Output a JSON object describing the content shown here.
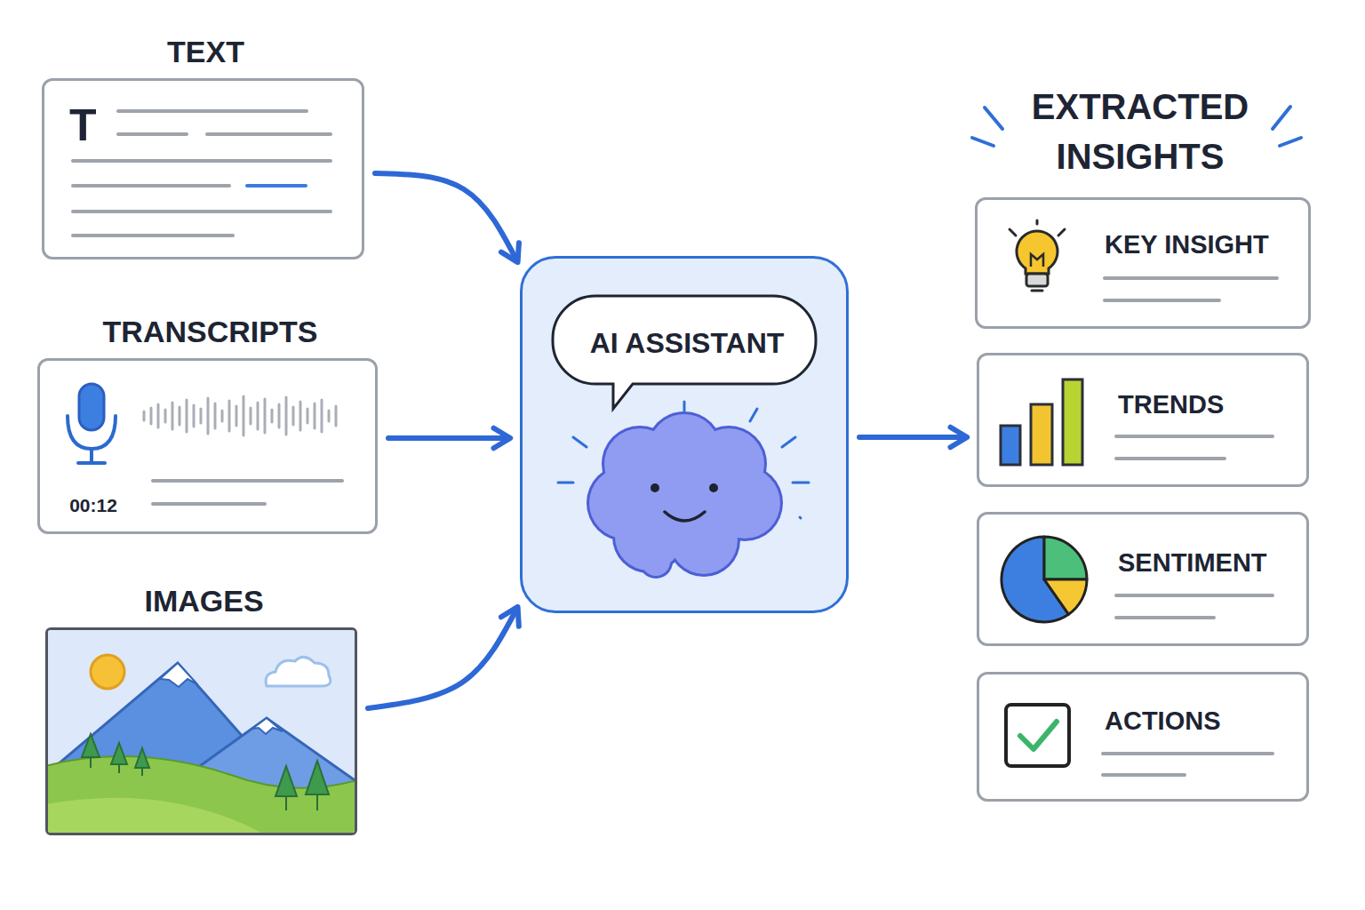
{
  "diagram": {
    "nodes": [
      {
        "text": [
          "TEXT",
          "T"
        ]
      },
      {
        "text": [
          "TRANSCRIPTS",
          "00:12"
        ]
      },
      {
        "text": [
          "IMAGES"
        ]
      },
      {
        "text": [
          "AI ASSISTANT"
        ]
      },
      {
        "text": [
          "KEY INSIGHT"
        ]
      },
      {
        "text": [
          "TRENDS"
        ]
      },
      {
        "text": [
          "SENTIMENT"
        ]
      },
      {
        "text": [
          "ACTIONS"
        ]
      }
    ],
    "edges": [
      {
        "from": 0,
        "to": 3,
        "arrow": "to"
      },
      {
        "from": 1,
        "to": 3,
        "arrow": "to"
      },
      {
        "from": 2,
        "to": 3,
        "arrow": "to"
      },
      {
        "from": 3,
        "to": 5,
        "arrow": "to"
      }
    ],
    "labels": [
      "EXTRACTED INSIGHTS"
    ]
  }
}
